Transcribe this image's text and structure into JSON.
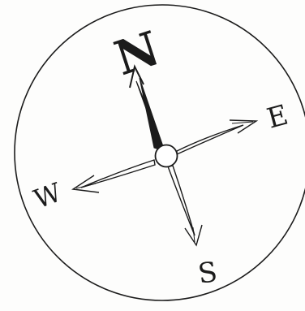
{
  "compass": {
    "north_label": "N",
    "east_label": "E",
    "south_label": "S",
    "west_label": "W",
    "ink_color": "#1b1b1b",
    "paper_color": "#fdfdfc"
  }
}
